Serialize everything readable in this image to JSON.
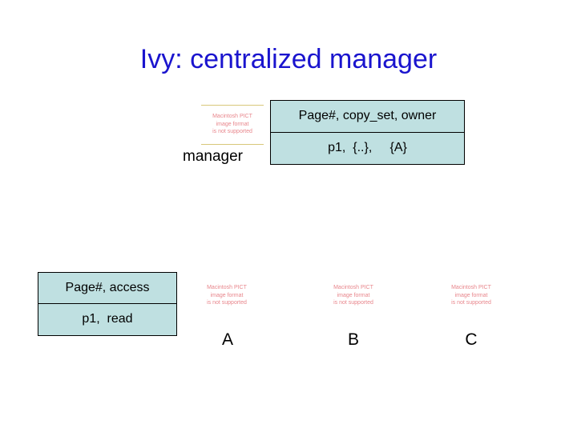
{
  "slide": {
    "title": "Ivy: centralized manager",
    "title_color": "#1A14CE",
    "background": "#ffffff"
  },
  "manager": {
    "label": "manager",
    "directory_table": {
      "fill_color": "#BFE0E1",
      "border_color": "#000000",
      "header": "Page#, copy_set, owner",
      "row": "p1,  {..},     {A}"
    }
  },
  "node_a": {
    "label": "A",
    "page_table": {
      "fill_color": "#BFE0E1",
      "border_color": "#000000",
      "header": "Page#, access",
      "row": "p1,  read"
    }
  },
  "node_b": {
    "label": "B"
  },
  "node_c": {
    "label": "C"
  },
  "placeholders": {
    "text": "Macintosh PICT\nimage format\nis not supported",
    "text_color": "#E8868C",
    "rule_color": "#D8C77A"
  }
}
